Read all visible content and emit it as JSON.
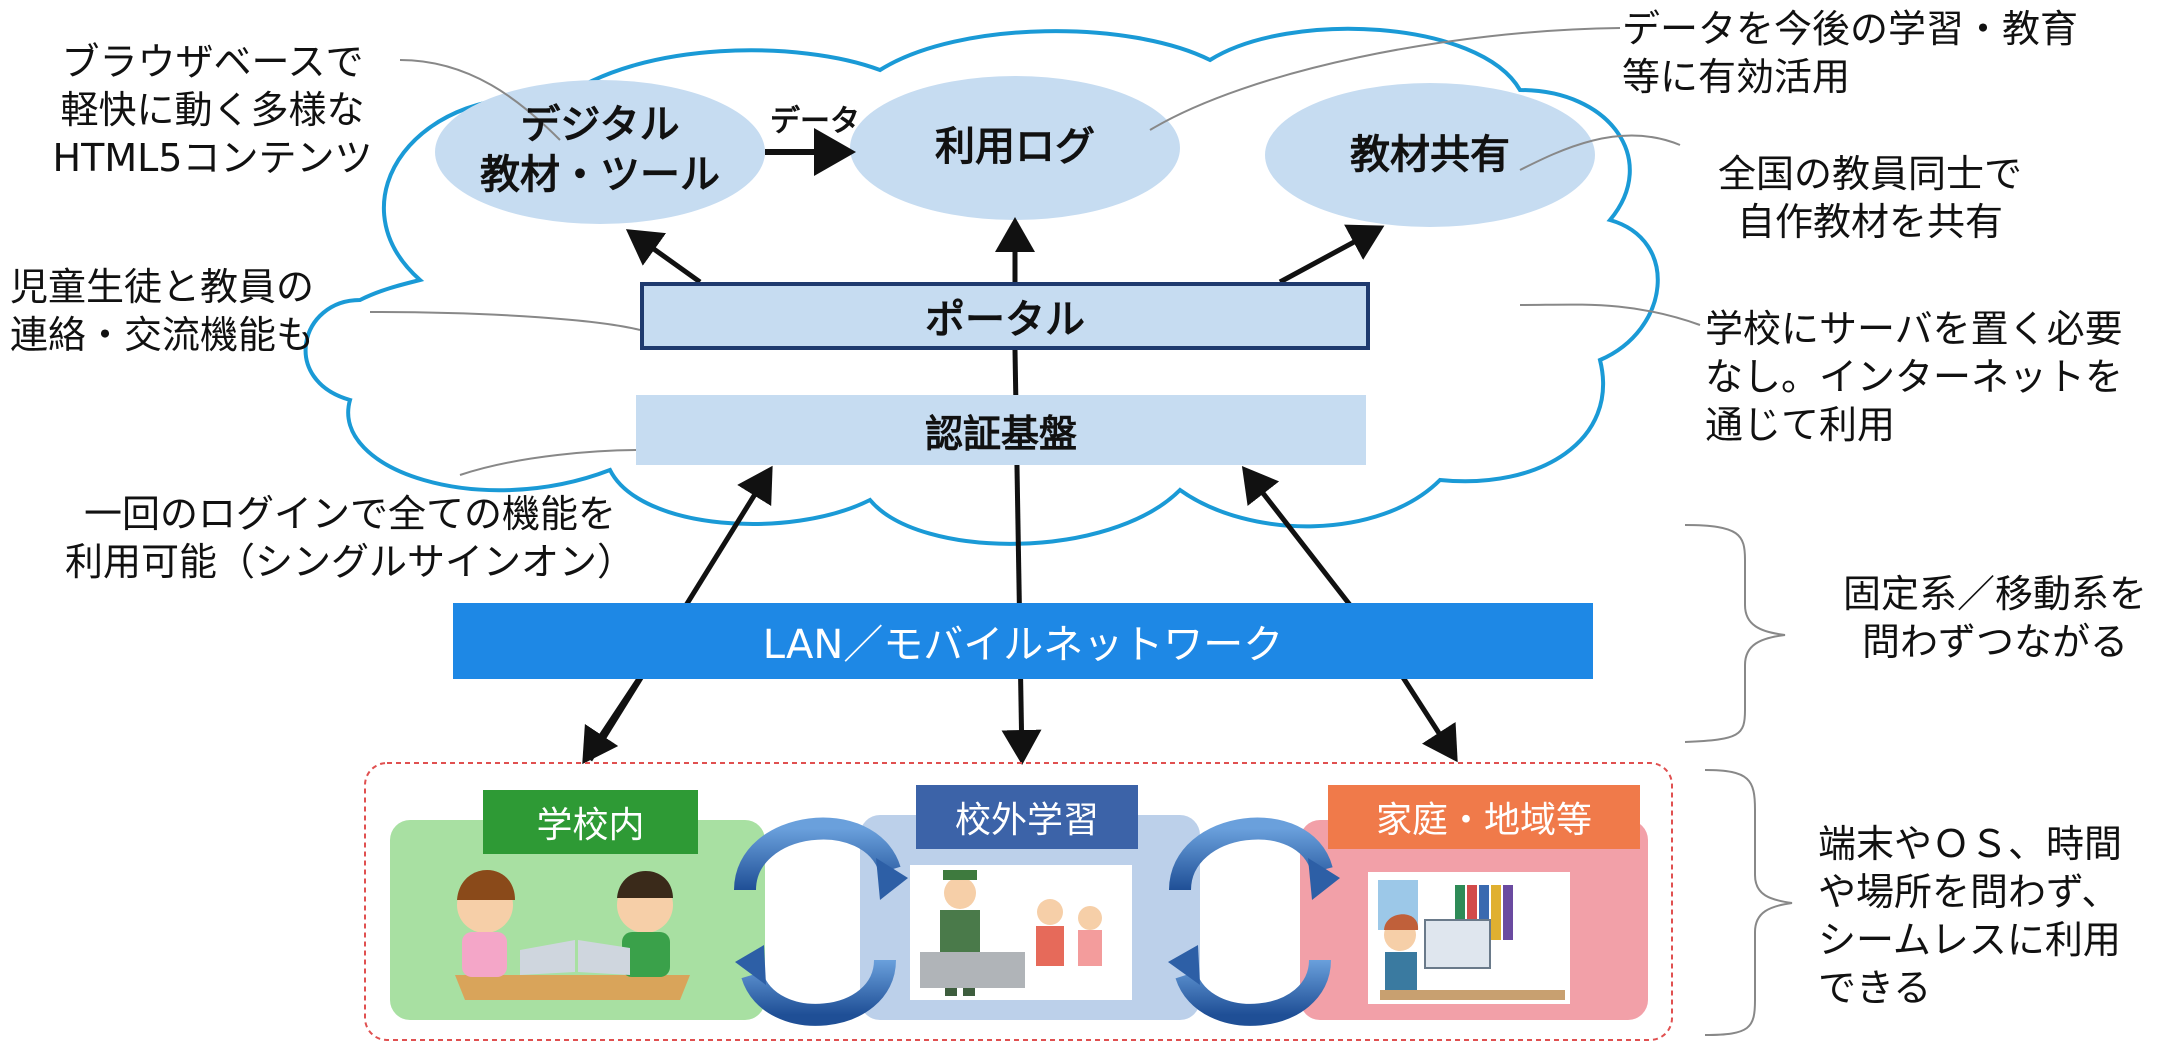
{
  "cloud": {
    "digital_material": [
      "デジタル",
      "教材・ツール"
    ],
    "data_label": "データ",
    "usage_log": "利用ログ",
    "material_share": "教材共有",
    "portal": "ポータル",
    "auth": "認証基盤"
  },
  "network": {
    "label": "LAN／モバイルネットワーク"
  },
  "environments": {
    "school": "学校内",
    "outside": "校外学習",
    "home": "家庭・地域等"
  },
  "notes": {
    "browser": [
      "ブラウザベースで",
      "軽快に動く多様な",
      "HTML5コンテンツ"
    ],
    "communication": [
      "児童生徒と教員の",
      "連絡・交流機能も"
    ],
    "sso": [
      "一回のログインで全ての機能を",
      "利用可能（シングルサインオン）"
    ],
    "data_use": [
      "データを今後の学習・教育",
      "等に有効活用"
    ],
    "share": [
      "全国の教員同士で",
      "自作教材を共有"
    ],
    "no_server": [
      "学校にサーバを置く必要",
      "なし。インターネットを",
      "通じて利用"
    ],
    "network": [
      "固定系／移動系を",
      "問わずつながる"
    ],
    "seamless": [
      "端末やＯＳ、時間",
      "や場所を問わず、",
      "シームレスに利用",
      "できる"
    ]
  },
  "colors": {
    "cloud_outline": "#1a9ad6",
    "ellipse_fill": "#c6dcf1",
    "lan": "#1e88e5",
    "school_label": "#2e9a35",
    "school_bg": "#a8e0a2",
    "outside_label": "#3c63a8",
    "outside_bg": "#bcd0ea",
    "home_label": "#f07a4a",
    "home_bg": "#f2a0a8",
    "cycle_arrow": "#2d5fa6"
  }
}
